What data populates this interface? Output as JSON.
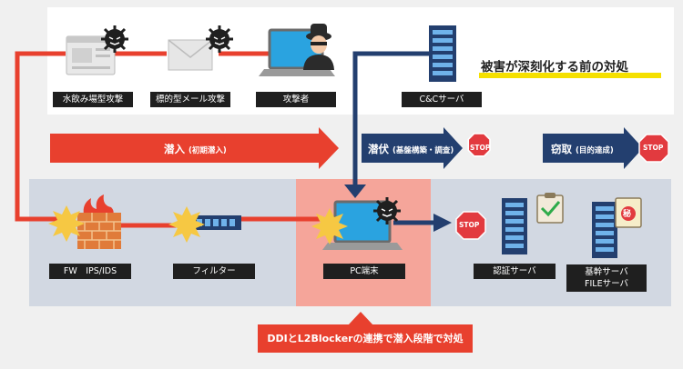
{
  "title": "被害が深刻化する前の対処",
  "attack_vectors": {
    "watering_hole": "水飲み場型攻撃",
    "targeted_mail": "標的型メール攻撃",
    "attacker": "攻撃者",
    "cc_server": "C&Cサーバ"
  },
  "phases": {
    "intrusion": {
      "label": "潜入",
      "sub": "(初期潜入)"
    },
    "latent": {
      "label": "潜伏",
      "sub": "(基盤構築・調査)"
    },
    "theft": {
      "label": "窃取",
      "sub": "(目的達成)"
    }
  },
  "stop_text": "STOP",
  "secret_mark": "秘",
  "network": {
    "fw": "FW　IPS/IDS",
    "filter": "フィルター",
    "pc": "PC端末",
    "auth": "認証サーバ",
    "core_line1": "基幹サーバ",
    "core_line2": "FILEサーバ"
  },
  "callout": "DDIとL2Blockerの連携で潜入段階で対処",
  "colors": {
    "red": "#e8402e",
    "navy": "#233f6f",
    "stop": "#e23a3f",
    "highlight": "#f5e000"
  }
}
